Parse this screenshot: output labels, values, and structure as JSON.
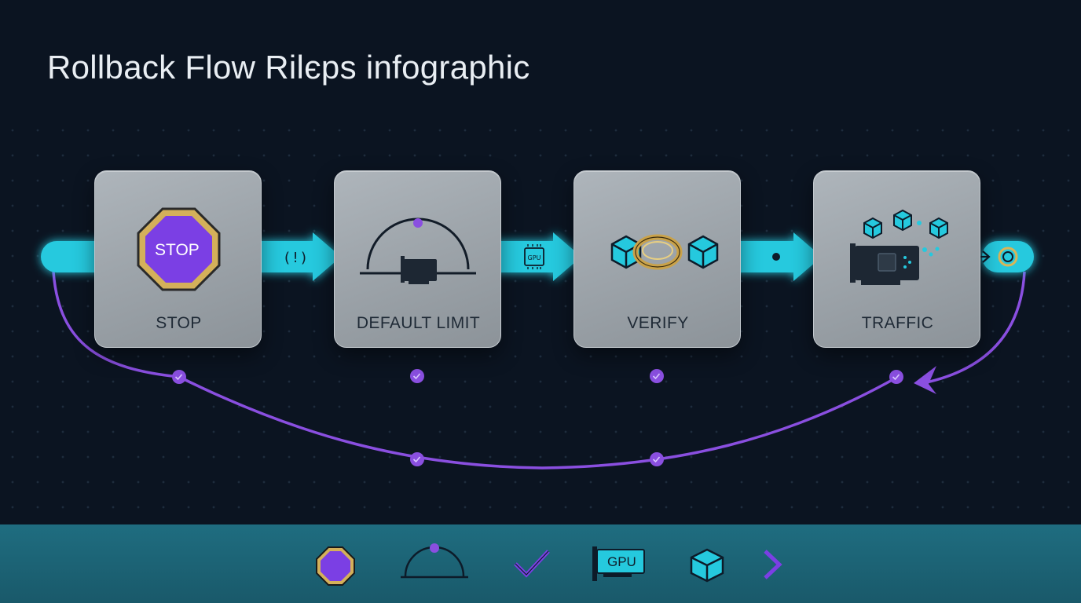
{
  "title": "Rollback Flow Rilєps infographic",
  "steps": [
    {
      "label": "STOP",
      "badge_text": "STOP"
    },
    {
      "label": "DEFAULT LIMIT"
    },
    {
      "label": "VERIFY"
    },
    {
      "label": "TRAFFIC"
    }
  ],
  "connectors": [
    {
      "glyph": "(!)"
    },
    {
      "glyph": "GPU"
    }
  ],
  "footer": {
    "icons": [
      "stop-octagon-icon",
      "dome-icon",
      "check-icon",
      "gpu-card-icon",
      "cube-icon",
      "chevron-right-icon"
    ],
    "gpu_label": "GPU"
  },
  "colors": {
    "background": "#0b1421",
    "flow_cyan": "#25c9de",
    "loop_purple": "#8a4fe0",
    "card": "#a3aab0",
    "footer": "#1c6576",
    "gold": "#c9a24a"
  }
}
